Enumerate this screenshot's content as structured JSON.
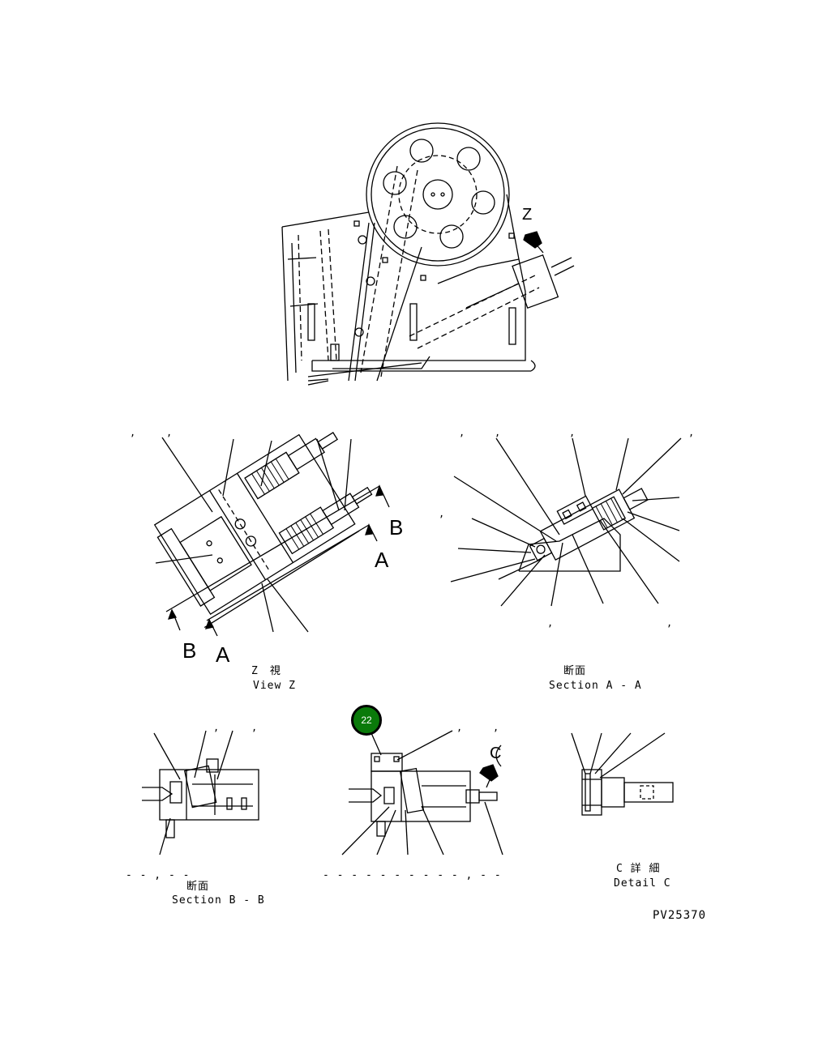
{
  "figure_code": "PV25370",
  "callout_badge": {
    "number": "22",
    "color": "#0a7a0a"
  },
  "view_z": {
    "title_jp": "Z　視",
    "title_en": "View Z",
    "marker_z": "Z",
    "section_markers": [
      "B",
      "A",
      "B",
      "A"
    ]
  },
  "section_aa": {
    "title_jp": "断面",
    "title_en": "Section A - A"
  },
  "section_bb": {
    "title_jp": "断面",
    "title_en": "Section B - B"
  },
  "detail_c": {
    "title_jp": "C 詳 細",
    "title_en": "Detail C",
    "marker_c": "C"
  },
  "dash_rows": {
    "bb_left": "- - , - -",
    "middle": "- -   - -   - -   - -   - - , - -"
  },
  "commas": ","
}
